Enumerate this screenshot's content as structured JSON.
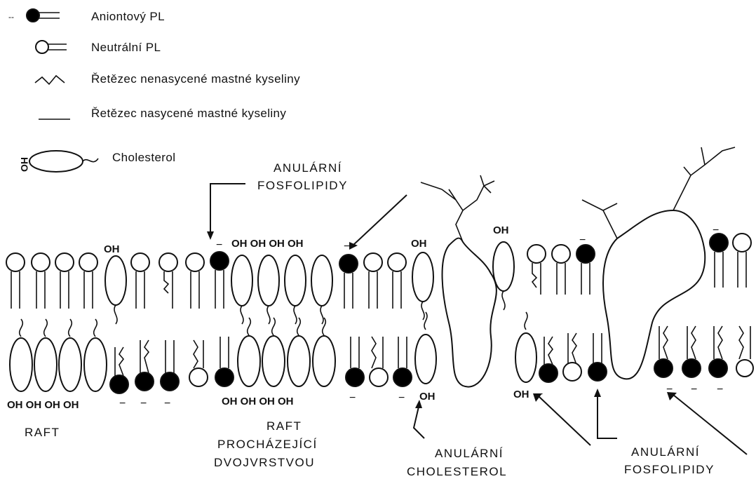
{
  "legend": {
    "anionic": "Aniontový PL",
    "neutral": "Neutrální PL",
    "unsaturated": "Řetězec nenasycené mastné kyseliny",
    "saturated": "Řetězec nasycené mastné kyseliny",
    "cholesterol": "Cholesterol",
    "oh_symbol": "HO"
  },
  "labels": {
    "annular_pl_top_1": "ANULÁRNÍ",
    "annular_pl_top_2": "FOSFOLIPIDY",
    "raft": "RAFT",
    "raft_bilayer_1": "RAFT",
    "raft_bilayer_2": "PROCHÁZEJÍCÍ",
    "raft_bilayer_3": "DVOJVRSTVOU",
    "annular_chol_1": "ANULÁRNÍ",
    "annular_chol_2": "CHOLESTEROL",
    "annular_pl_bottom_1": "ANULÁRNÍ",
    "annular_pl_bottom_2": "FOSFOLIPIDY"
  },
  "oh_marks": {
    "top_left": "OH",
    "top_row": "OH OH OH OH",
    "top_right_1": "OH",
    "top_right_2": "OH",
    "bottom_left": "OH OH OH OH",
    "bottom_middle": "OH OH OH OH",
    "bottom_right_1": "OH",
    "bottom_right_2": "OH"
  },
  "charges": {
    "minus": "−"
  }
}
